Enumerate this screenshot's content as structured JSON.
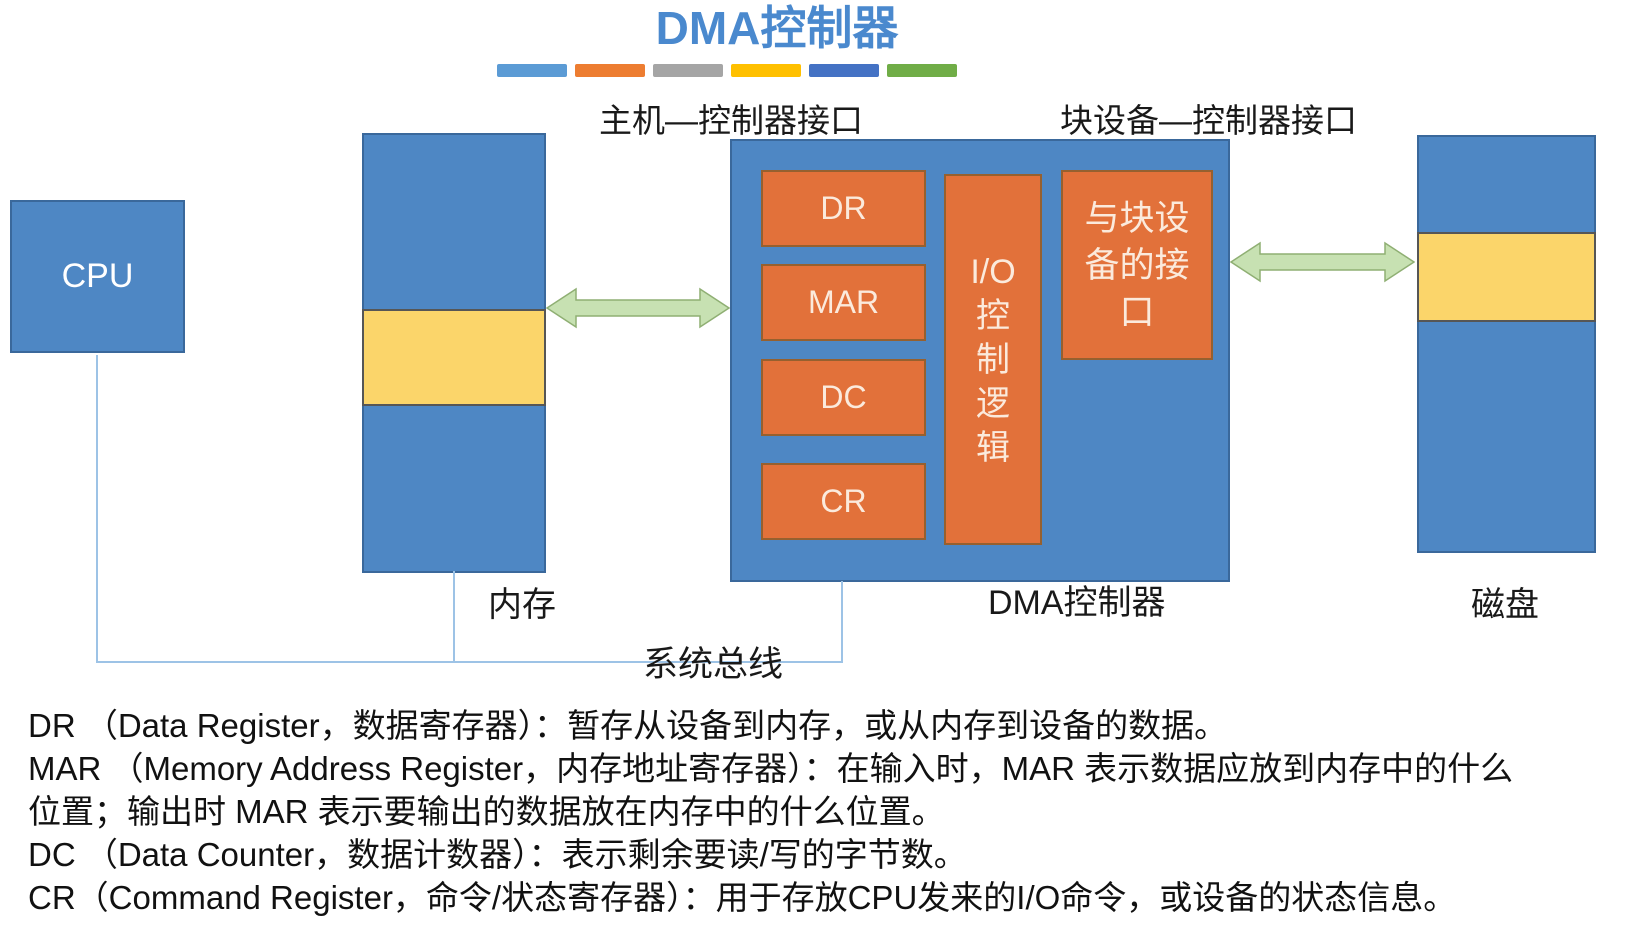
{
  "title": "DMA控制器",
  "decor_bars": {
    "colors": [
      "#5B9BD5",
      "#ED7D31",
      "#A5A5A5",
      "#FFC000",
      "#4472C4",
      "#70AD47"
    ]
  },
  "interface_labels": {
    "host": "主机—控制器接口",
    "block_device": "块设备—控制器接口"
  },
  "cpu": {
    "label": "CPU"
  },
  "memory": {
    "label": "内存"
  },
  "dma_controller": {
    "label": "DMA控制器",
    "registers": [
      "DR",
      "MAR",
      "DC",
      "CR"
    ],
    "io_logic_lines": [
      "I/O",
      "控",
      "制",
      "逻",
      "辑"
    ],
    "device_interface_lines": [
      "与块设",
      "备的接",
      "口"
    ]
  },
  "disk": {
    "label": "磁盘"
  },
  "system_bus": {
    "label": "系统总线"
  },
  "legend": {
    "lines": [
      "DR （Data Register，数据寄存器）：暂存从设备到内存，或从内存到设备的数据。",
      "MAR （Memory Address Register，内存地址寄存器）：在输入时，MAR 表示数据应放到内存中的什么",
      "位置；输出时 MAR 表示要输出的数据放在内存中的什么位置。",
      "DC （Data Counter，数据计数器）：表示剩余要读/写的字节数。",
      "CR（Command Register，命令/状态寄存器）：用于存放CPU发来的I/O命令，或设备的状态信息。"
    ]
  },
  "colors": {
    "title_blue": "#4A89CE",
    "box_blue": "#4E87C4",
    "box_blue_border": "#3A689B",
    "orange": "#E2713A",
    "orange_border": "#96602F",
    "yellow": "#FBD56A",
    "yellow_border": "#565656",
    "arrow_green": "#C7E1B2",
    "arrow_green_border": "#8FAF73",
    "bus_line": "#9DC3E6"
  }
}
